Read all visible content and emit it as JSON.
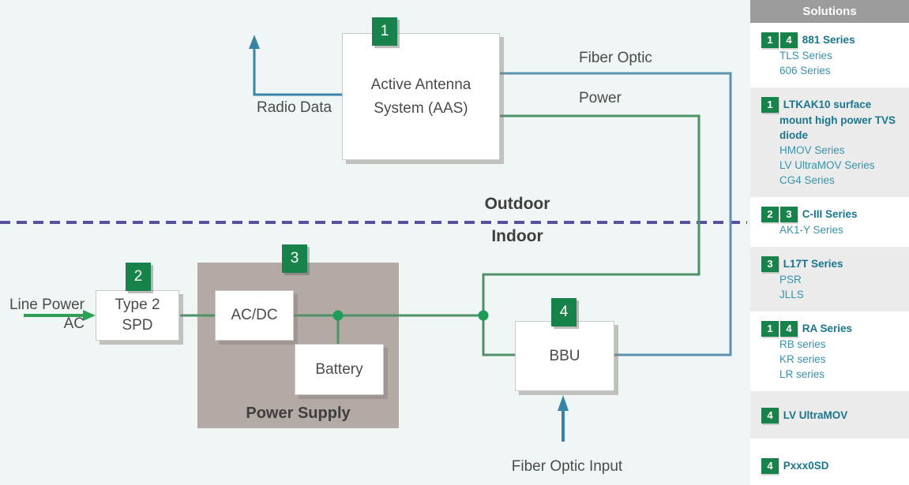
{
  "colors": {
    "badge_green": "#17834a",
    "line_blue": "#5b92b0",
    "line_green": "#4f9168",
    "arrow_blue": "#3884a6",
    "arrow_green": "#2f9e57",
    "dot_green": "#1f9b58",
    "divider_purple": "#55519e",
    "panel_grey": "#b3a9a5",
    "sidebar_header_grey": "#9c9c9c",
    "link_teal": "#3892ac",
    "link_bold_teal": "#19768e"
  },
  "diagram": {
    "badge1": "1",
    "badge2": "2",
    "badge3": "3",
    "badge4": "4",
    "aas_label": "Active Antenna\nSystem (AAS)",
    "radio_data_label": "Radio Data",
    "fiber_optic_label": "Fiber Optic",
    "power_label": "Power",
    "outdoor_label": "Outdoor",
    "indoor_label": "Indoor",
    "line_power_label": "Line Power\nAC",
    "spd_label": "Type 2\nSPD",
    "acdc_label": "AC/DC",
    "battery_label": "Battery",
    "power_supply_label": "Power Supply",
    "bbu_label": "BBU",
    "fiber_optic_input_label": "Fiber Optic Input"
  },
  "sidebar": {
    "title": "Solutions",
    "sections": [
      {
        "badges": [
          "1",
          "4"
        ],
        "title": "881 Series",
        "items": [
          "TLS Series",
          "606 Series"
        ]
      },
      {
        "badges": [
          "1"
        ],
        "title": "LTKAK10 surface mount high power TVS diode",
        "items": [
          "HMOV Series",
          "LV UltraMOV Series",
          "CG4 Series"
        ]
      },
      {
        "badges": [
          "2",
          "3"
        ],
        "title": "C-III Series",
        "items": [
          "AK1-Y Series"
        ]
      },
      {
        "badges": [
          "3"
        ],
        "title": "L17T Series",
        "items": [
          "PSR",
          "JLLS"
        ]
      },
      {
        "badges": [
          "1",
          "4"
        ],
        "title": "RA Series",
        "items": [
          "RB series",
          "KR series",
          "LR series"
        ]
      },
      {
        "badges": [
          "4"
        ],
        "title": "LV UltraMOV",
        "items": []
      },
      {
        "badges": [
          "4"
        ],
        "title": "Pxxx0SD",
        "items": []
      }
    ]
  }
}
